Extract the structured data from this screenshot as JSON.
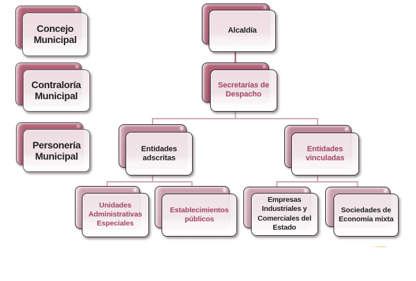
{
  "chart_data": {
    "type": "org-chart",
    "description": "Municipal government organization chart with stacked rounded-card nodes",
    "standalone_nodes": [
      "Concejo Municipal",
      "Contraloría Municipal",
      "Personería Municipal"
    ],
    "hierarchy": {
      "label": "Alcaldía",
      "children": [
        {
          "label": "Secretarías de Despacho",
          "children": [
            {
              "label": "Entidades adscritas",
              "children": [
                {
                  "label": "Unidades Administrativas Especiales"
                },
                {
                  "label": "Establecimientos públicos"
                }
              ]
            },
            {
              "label": "Entidades vinculadas",
              "children": [
                {
                  "label": "Empresas Industriales y Comerciales del Estado"
                },
                {
                  "label": "Sociedades de Economía mixta"
                }
              ]
            }
          ]
        }
      ]
    }
  },
  "nodes": {
    "concejo": {
      "label": "Concejo\nMunicipal"
    },
    "contraloria": {
      "label": "Contraloría\nMunicipal"
    },
    "personeria": {
      "label": "Personería\nMunicipal"
    },
    "alcaldia": {
      "label": "Alcaldía"
    },
    "secretarias": {
      "label": "Secretarías de\nDespacho"
    },
    "adscritas": {
      "label": "Entidades\nadscritas"
    },
    "vinculadas": {
      "label": "Entidades\nvinculadas"
    },
    "unidades": {
      "label": "Unidades\nAdministrativas\nEspeciales"
    },
    "establecimientos": {
      "label": "Establecimientos\npúblicos"
    },
    "empresas": {
      "label": "Empresas\nIndustriales y\nComerciales del\nEstado"
    },
    "sociedades": {
      "label": "Sociedades de\nEconomía mixta"
    }
  },
  "colors": {
    "canvas_bg": "#ffffff",
    "back1_light": "#b5667a",
    "back1_mid": "#a65168",
    "back1_dark": "#984a5e",
    "back2_light": "#c08d9b",
    "back2_mid": "#b48090",
    "back2_dark": "#a97787",
    "back3_light": "#cda6b1",
    "back3_mid": "#c49aa6",
    "back3_dark": "#ba8e9b",
    "border_dark": "#38333a",
    "border_gray": "#5f5f5f",
    "text_black": "#1f1f1f",
    "text_maroon": "#a34463",
    "line_light": "#d2abb6",
    "line_dark": "#a25064",
    "smudge_yellow": "#e7ae28"
  }
}
